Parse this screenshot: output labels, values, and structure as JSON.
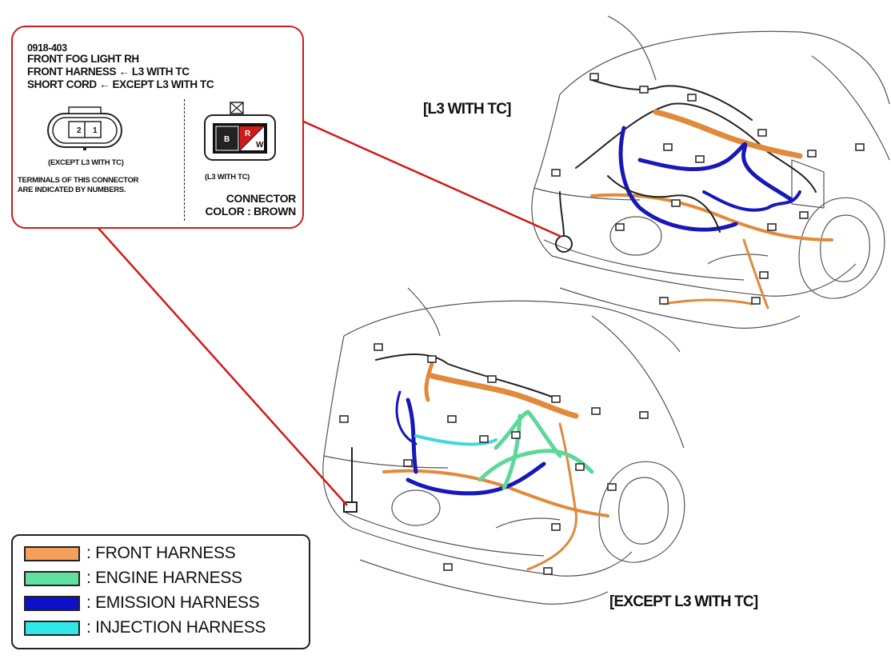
{
  "callout": {
    "code": "0918-403",
    "name": "FRONT FOG LIGHT RH",
    "line_front": "FRONT HARNESS ← L3 WITH TC",
    "line_short": "SHORT CORD ← EXCEPT L3 WITH TC",
    "left_connector": {
      "pins": [
        "2",
        "1"
      ],
      "caption": "(EXCEPT L3 WITH TC)",
      "note_line1": "TERMINALS OF THIS CONNECTOR",
      "note_line2": "ARE INDICATED BY NUMBERS."
    },
    "right_connector": {
      "pins": [
        "B",
        "R",
        "W"
      ],
      "caption": "(L3 WITH TC)",
      "color_line1": "CONNECTOR",
      "color_line2": "COLOR : BROWN"
    }
  },
  "variants": {
    "top": "[L3 WITH TC]",
    "bottom": "[EXCEPT L3 WITH TC]"
  },
  "legend": {
    "items": [
      {
        "label": ": FRONT HARNESS",
        "color": "#f5a05a"
      },
      {
        "label": ": ENGINE HARNESS",
        "color": "#5fe0a0"
      },
      {
        "label": ": EMISSION HARNESS",
        "color": "#1010c8"
      },
      {
        "label": ": INJECTION HARNESS",
        "color": "#30e8e8"
      }
    ]
  },
  "colors": {
    "callout_line": "#d11a1a",
    "front": "#e08a3c",
    "engine": "#5fd79a",
    "emission": "#1818b8",
    "injection": "#40d8d8"
  }
}
